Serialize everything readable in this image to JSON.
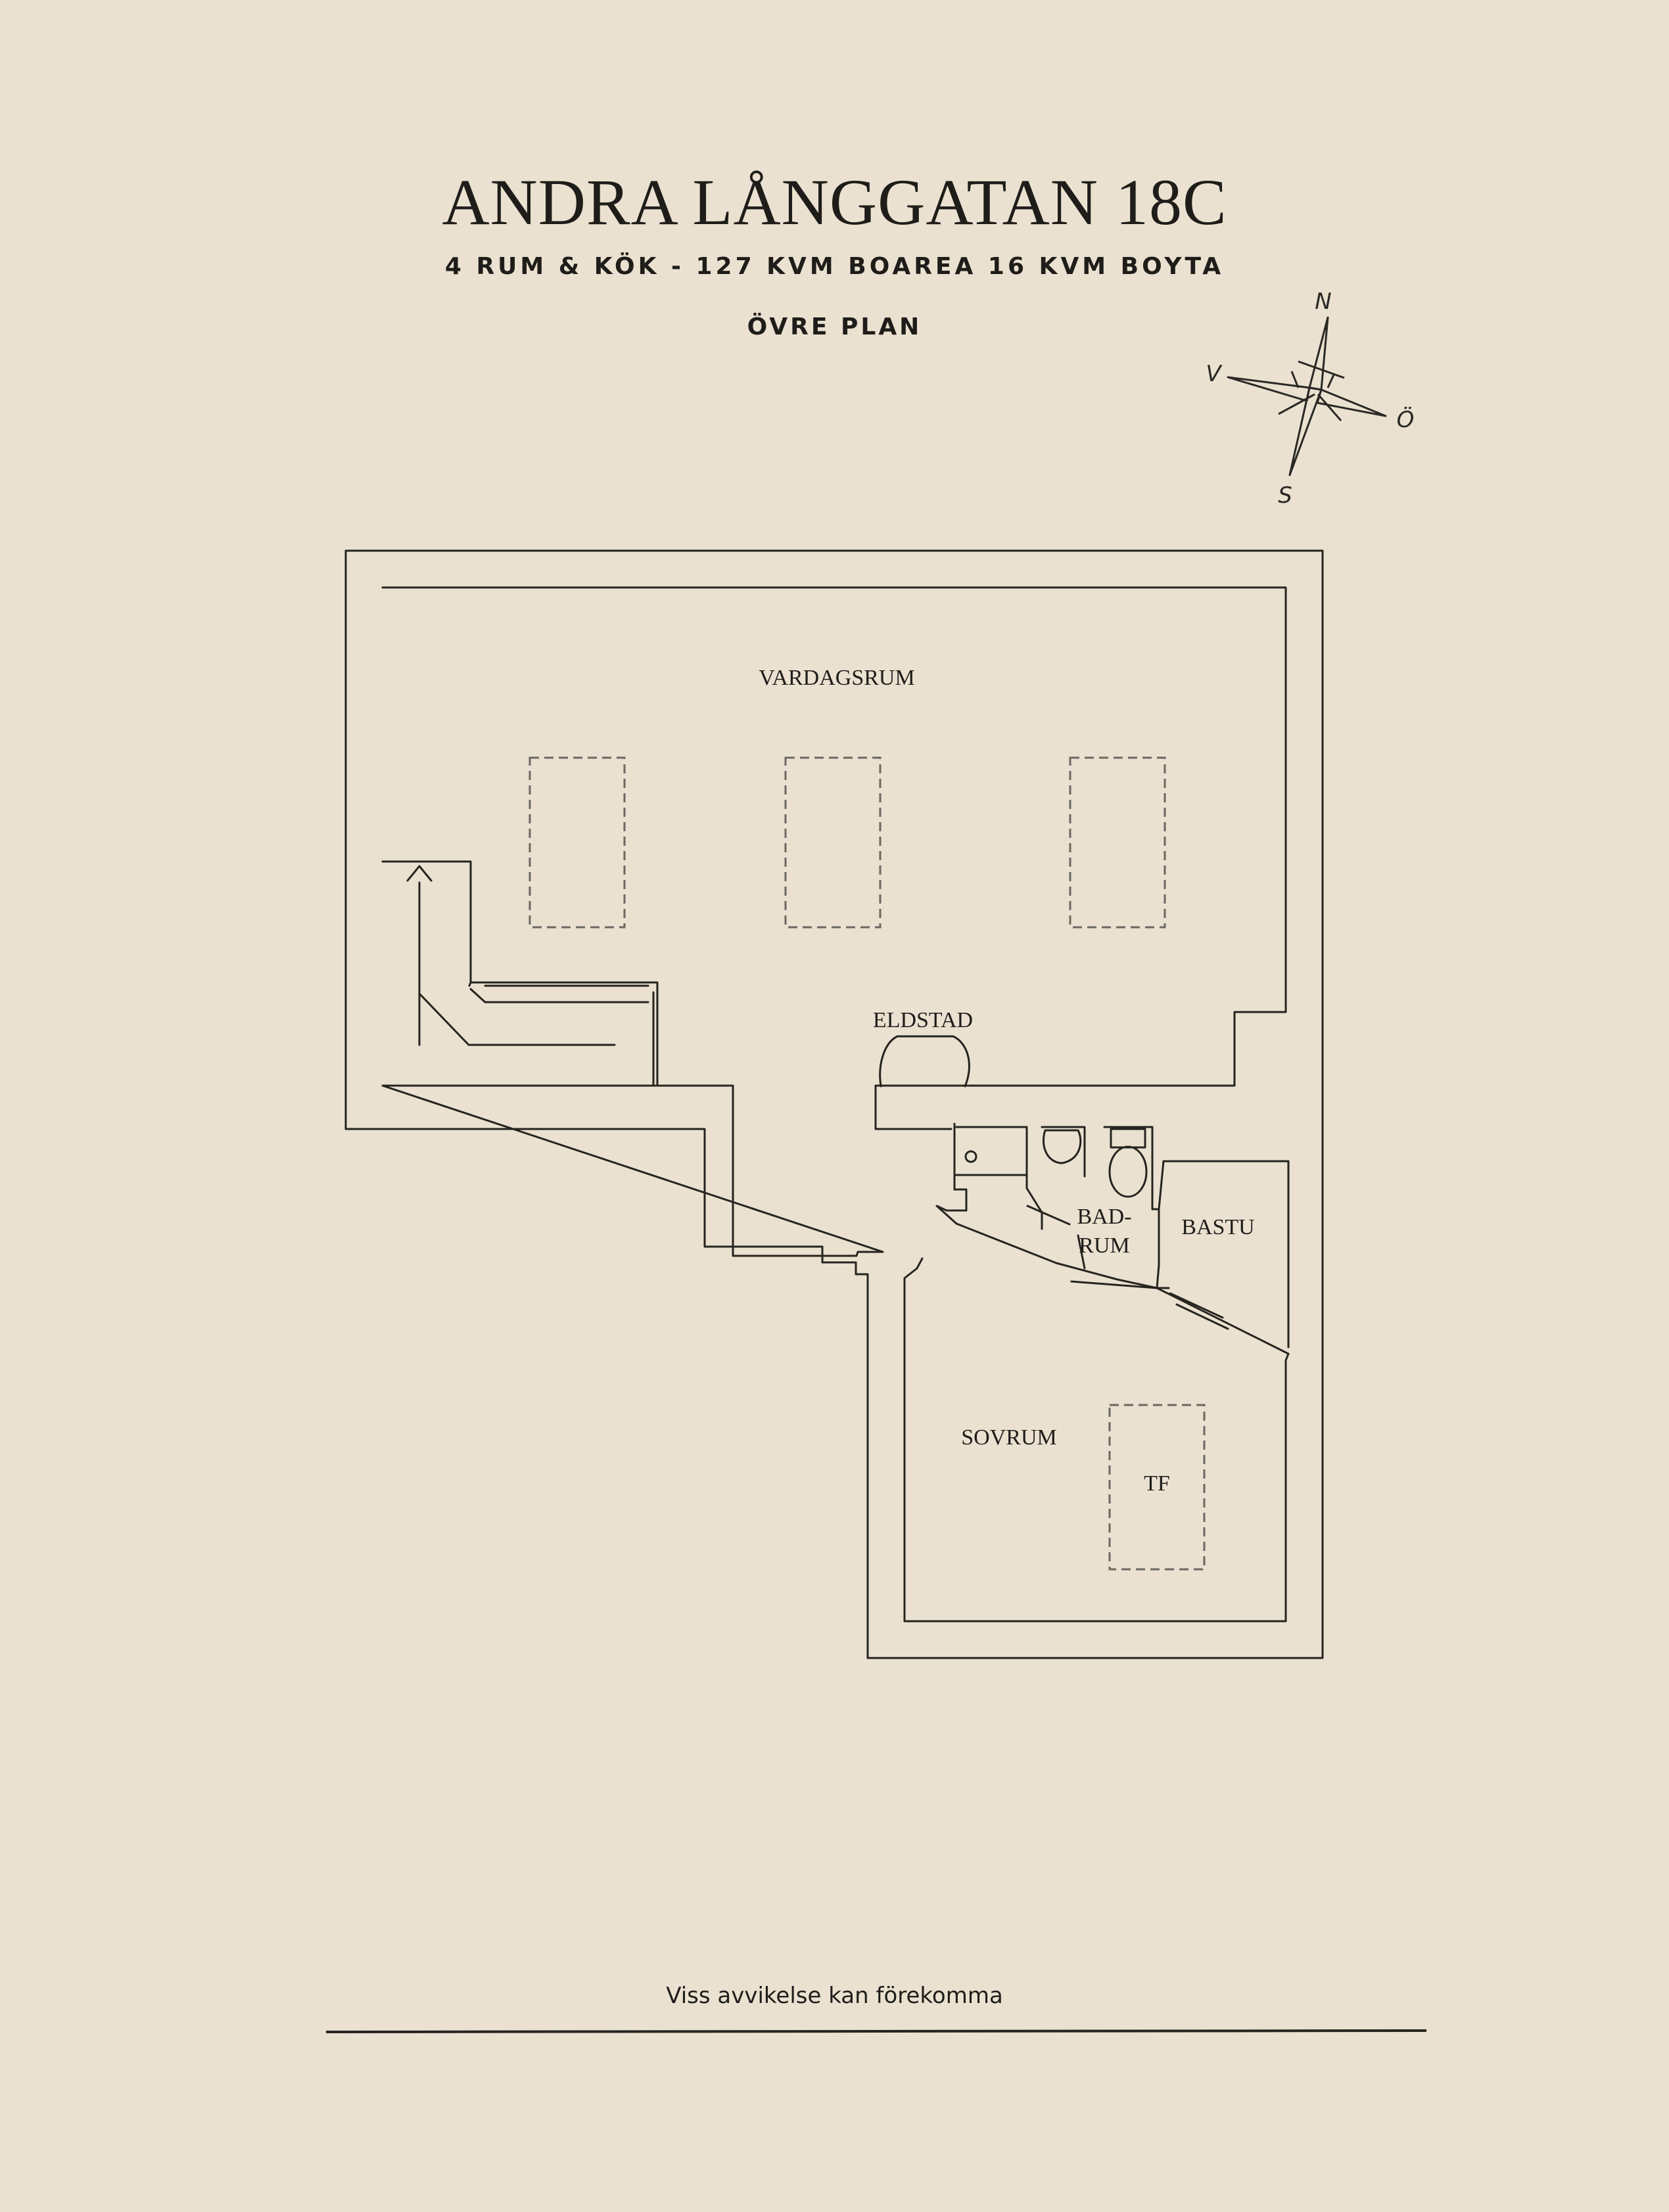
{
  "title": "ANDRA LÅNGGATAN 18C",
  "subtitle": "4 RUM & KÖK  -  127 KVM BOAREA 16 KVM BOYTA",
  "floor_label": "ÖVRE PLAN",
  "compass": {
    "north": "N",
    "south": "S",
    "west": "V",
    "east": "Ö"
  },
  "rooms": {
    "vardagsrum": "VARDAGSRUM",
    "eldstad": "ELDSTAD",
    "badrum_line1": "BAD-",
    "badrum_line2": "RUM",
    "bastu": "BASTU",
    "sovrum": "SOVRUM",
    "tf": "TF"
  },
  "disclaimer": "Viss avvikelse kan förekomma",
  "colors": {
    "background": "#EAE1D0",
    "ink": "#1f1d1a"
  }
}
